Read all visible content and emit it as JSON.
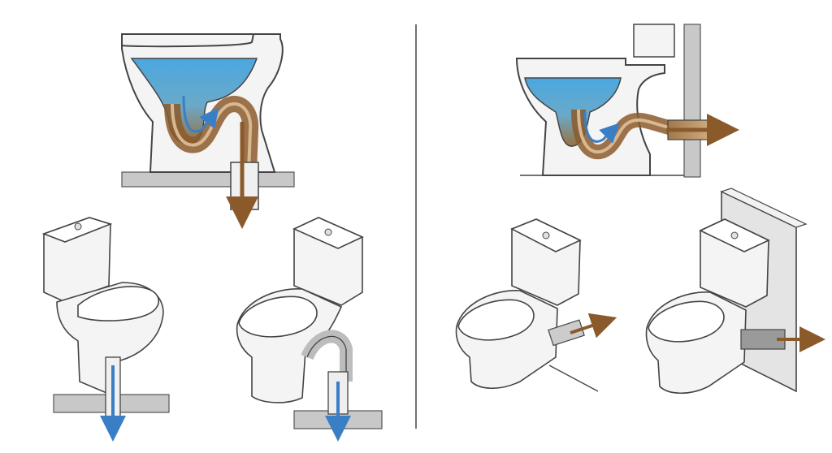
{
  "figure": {
    "panels": [
      {
        "id": "floor-outlet-section",
        "outlet": "vertical",
        "flow_colors": [
          "#3a8fd0",
          "#8b5a2b"
        ]
      },
      {
        "id": "wall-outlet-section",
        "outlet": "horizontal",
        "flow_colors": [
          "#3a8fd0",
          "#8b5a2b"
        ]
      },
      {
        "id": "floor-outlet-toilet",
        "arrow_color": "#3a7fc6"
      },
      {
        "id": "floor-outlet-toilet-visible-trap",
        "arrow_color": "#3a7fc6"
      },
      {
        "id": "wall-outlet-toilet",
        "arrow_color": "#8b5a2b"
      },
      {
        "id": "wall-outlet-toilet-mounted",
        "arrow_color": "#8b5a2b"
      }
    ],
    "colors": {
      "water": "#5ab4e6",
      "waste": "#8b5a2b",
      "line": "#444444",
      "ceramic": "#f4f4f4",
      "shade": "#d6d6d6",
      "floor": "#c8c8c8"
    }
  }
}
